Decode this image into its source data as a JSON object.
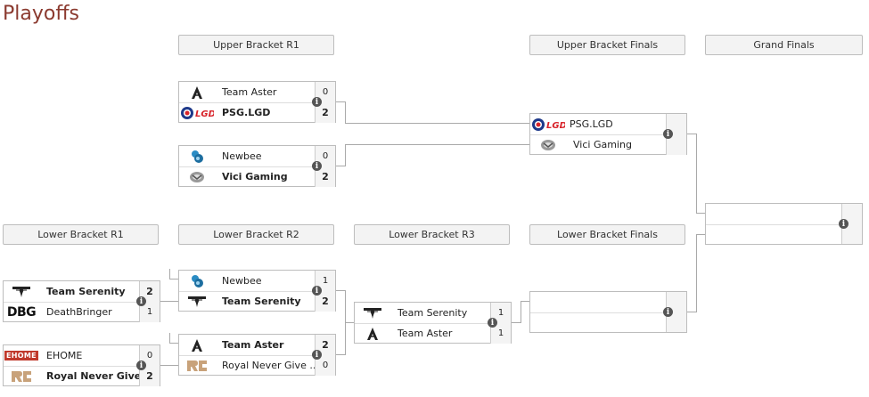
{
  "page": {
    "title": "Playoffs"
  },
  "headers": {
    "ub_r1": "Upper Bracket R1",
    "ub_finals": "Upper Bracket Finals",
    "grand_finals": "Grand Finals",
    "lb_r1": "Lower Bracket R1",
    "lb_r2": "Lower Bracket R2",
    "lb_r3": "Lower Bracket R3",
    "lb_finals": "Lower Bracket Finals"
  },
  "matches": {
    "ub1": {
      "top": {
        "name": "Team Aster",
        "score": "0",
        "logo": "aster-logo"
      },
      "bottom": {
        "name": "PSG.LGD",
        "score": "2",
        "logo": "psg-lgd-logo"
      }
    },
    "ub2": {
      "top": {
        "name": "Newbee",
        "score": "0",
        "logo": "newbee-logo"
      },
      "bottom": {
        "name": "Vici Gaming",
        "score": "2",
        "logo": "vici-logo"
      }
    },
    "ubf": {
      "top": {
        "name": "PSG.LGD",
        "logo": "psg-lgd-logo"
      },
      "bottom": {
        "name": "Vici Gaming",
        "logo": "vici-logo"
      }
    },
    "lb1a": {
      "top": {
        "name": "Team Serenity",
        "score": "2",
        "logo": "serenity-logo"
      },
      "bottom": {
        "name": "DeathBringer",
        "score": "1",
        "logo": "dbg-logo",
        "logo_text": "DBG"
      }
    },
    "lb1b": {
      "top": {
        "name": "EHOME",
        "score": "0",
        "logo": "ehome-logo",
        "logo_text": "EHOME"
      },
      "bottom": {
        "name": "Royal Never Give...",
        "score": "2",
        "logo": "rng-logo"
      }
    },
    "lb2a": {
      "top": {
        "name": "Newbee",
        "score": "1",
        "logo": "newbee-logo"
      },
      "bottom": {
        "name": "Team Serenity",
        "score": "2",
        "logo": "serenity-logo"
      }
    },
    "lb2b": {
      "top": {
        "name": "Team Aster",
        "score": "2",
        "logo": "aster-logo"
      },
      "bottom": {
        "name": "Royal Never Give ...",
        "score": "0",
        "logo": "rng-logo"
      }
    },
    "lb3": {
      "top": {
        "name": "Team Serenity",
        "score": "1",
        "logo": "serenity-logo"
      },
      "bottom": {
        "name": "Team Aster",
        "score": "1",
        "logo": "aster-logo"
      }
    }
  },
  "info_glyph": "i",
  "colors": {
    "title": "#8b3a2f",
    "lgd_red": "#d8232a",
    "psg_blue": "#1f3a8a",
    "newbee_blue": "#2a8cc4",
    "rng_tan": "#c8a27a",
    "ehome_red": "#c0392b"
  }
}
